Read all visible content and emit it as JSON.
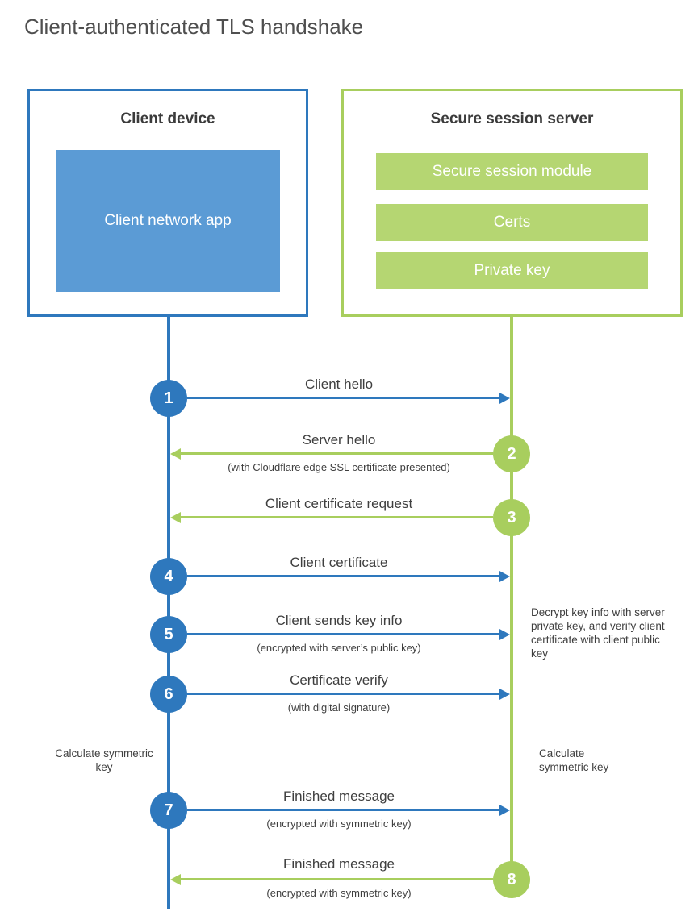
{
  "title": "Client-authenticated TLS handshake",
  "colors": {
    "blue": "#2e78bd",
    "blue_fill": "#5b9bd5",
    "green": "#a8ce5e",
    "green_fill": "#b5d672"
  },
  "client_box": {
    "title": "Client device",
    "app_label": "Client network app"
  },
  "server_box": {
    "title": "Secure session server",
    "modules": [
      "Secure session module",
      "Certs",
      "Private key"
    ]
  },
  "steps": [
    {
      "number": "1",
      "label": "Client hello",
      "sublabel": "",
      "from": "client",
      "to": "server"
    },
    {
      "number": "2",
      "label": "Server hello",
      "sublabel": "(with Cloudflare edge SSL certificate presented)",
      "from": "server",
      "to": "client"
    },
    {
      "number": "3",
      "label": "Client certificate request",
      "sublabel": "",
      "from": "server",
      "to": "client"
    },
    {
      "number": "4",
      "label": "Client certificate",
      "sublabel": "",
      "from": "client",
      "to": "server"
    },
    {
      "number": "5",
      "label": "Client sends key info",
      "sublabel": "(encrypted with server’s public key)",
      "from": "client",
      "to": "server"
    },
    {
      "number": "6",
      "label": "Certificate verify",
      "sublabel": "(with digital signature)",
      "from": "client",
      "to": "server"
    },
    {
      "number": "7",
      "label": "Finished message",
      "sublabel": "(encrypted with symmetric key)",
      "from": "client",
      "to": "server"
    },
    {
      "number": "8",
      "label": "Finished message",
      "sublabel": "(encrypted with symmetric key)",
      "from": "server",
      "to": "client"
    }
  ],
  "annotations": {
    "decrypt_note": "Decrypt key info with server private key, and verify client certificate with client public key",
    "calc_left": "Calculate symmetric key",
    "calc_right": "Calculate symmetric key"
  }
}
